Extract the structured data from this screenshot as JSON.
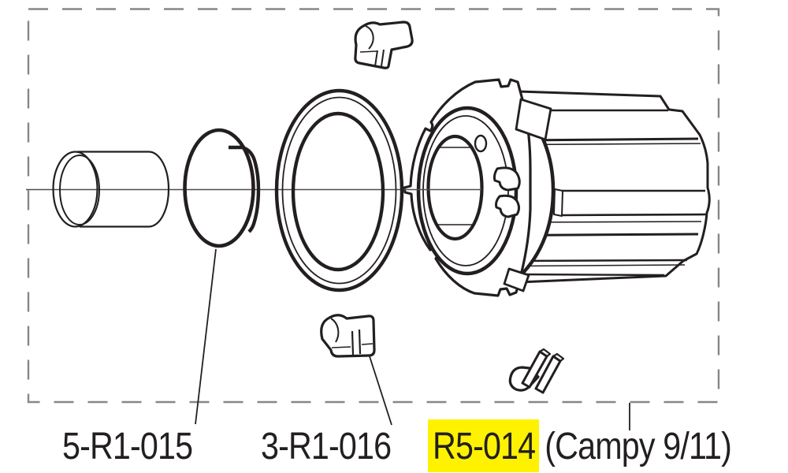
{
  "diagram": {
    "type": "exploded-parts-drawing",
    "subject": "freehub body assembly",
    "labels": [
      {
        "part": "snap-ring",
        "text": "5-R1-015",
        "highlighted": false
      },
      {
        "part": "pawl",
        "text": "3-R1-016",
        "highlighted": false
      },
      {
        "part": "freehub-body",
        "text": "R5-014",
        "suffix": "(Campy 9/11)",
        "highlighted": true
      }
    ],
    "parts": [
      {
        "name": "spacer-bushing"
      },
      {
        "name": "snap-ring"
      },
      {
        "name": "seal-ring"
      },
      {
        "name": "pawl-top"
      },
      {
        "name": "pawl-bottom"
      },
      {
        "name": "pawl-bottom-right"
      },
      {
        "name": "freehub-body"
      }
    ],
    "colors": {
      "line": "#231f20",
      "highlight": "#FFF200",
      "dashed_border": "#85878a",
      "centerline": "#4d4d4f",
      "text": "#231f20",
      "background": "#ffffff"
    }
  }
}
